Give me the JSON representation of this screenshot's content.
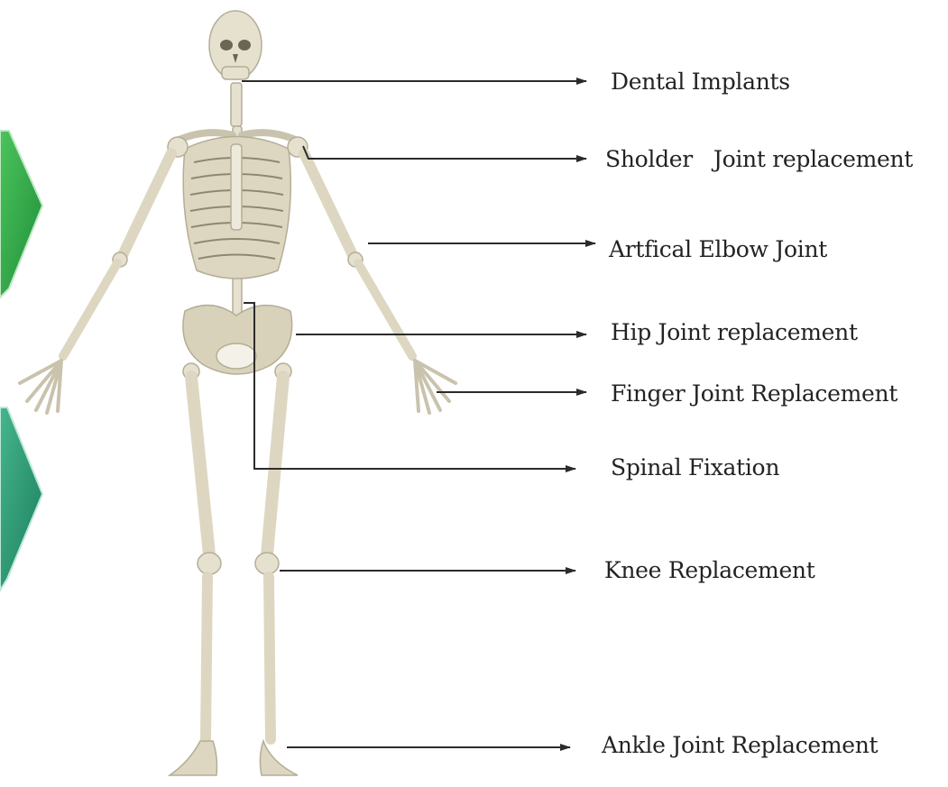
{
  "colors": {
    "bone": "#e6e1cf",
    "bone_shadow": "#b4ad96",
    "arrow": "#2b2b2b",
    "label_text": "#232323",
    "chevron_top": "#2fa84a",
    "chevron_bottom": "#2b9a78"
  },
  "labels": {
    "dental": "Dental Implants",
    "shoulder": "Sholder   Joint replacement",
    "elbow": "Artfical Elbow Joint",
    "hip": "Hip Joint replacement",
    "finger": "Finger Joint Replacement",
    "spinal": "Spinal Fixation",
    "knee": "Knee Replacement",
    "ankle": "Ankle Joint Replacement"
  }
}
